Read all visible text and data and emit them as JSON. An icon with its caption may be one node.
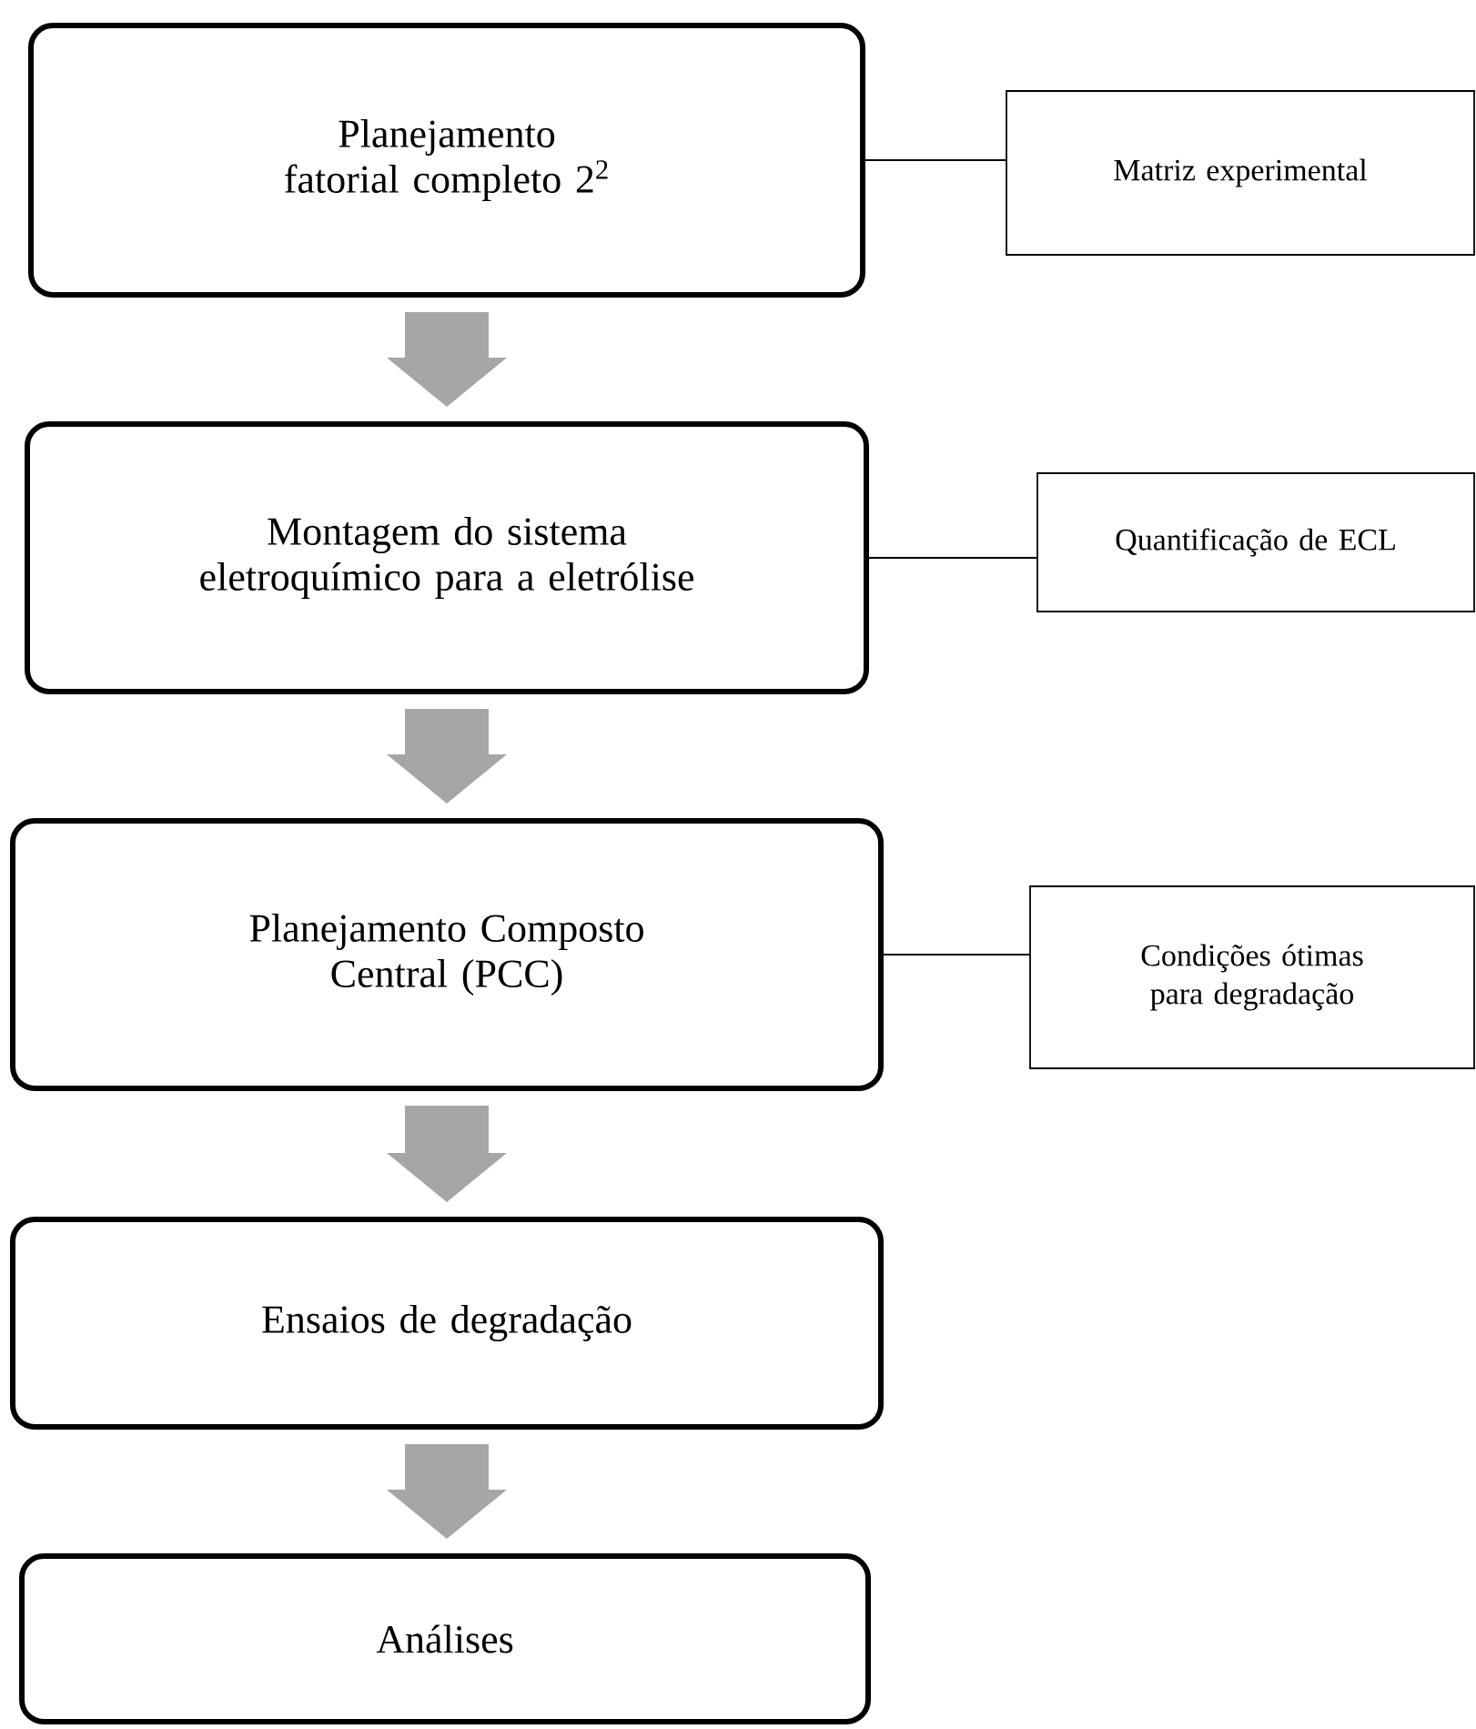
{
  "diagram": {
    "nodes": [
      {
        "text": [
          "Planejamento fatorial completo 2$^{2}$"
        ]
      },
      {
        "text": [
          "Matriz experimental"
        ]
      },
      {
        "text": [
          "Montagem do sistema eletroquímico para a eletrólise"
        ]
      },
      {
        "text": [
          "Quantificação de ECL"
        ]
      },
      {
        "text": [
          "Planejamento Composto Central (PCC)"
        ]
      },
      {
        "text": [
          "Condições ótimas para degradação"
        ]
      },
      {
        "text": [
          "Ensaios de degradação"
        ]
      },
      {
        "text": [
          "Análises"
        ]
      }
    ],
    "edges": [
      {
        "from": 0,
        "to": 2,
        "arrow": "to",
        "color": "#a6a6a6"
      },
      {
        "from": 2,
        "to": 4,
        "arrow": "to",
        "color": "#a6a6a6"
      },
      {
        "from": 4,
        "to": 6,
        "arrow": "to",
        "color": "#a6a6a6"
      },
      {
        "from": 6,
        "to": 7,
        "arrow": "to",
        "color": "#a6a6a6"
      },
      {
        "from": 0,
        "to": 1,
        "arrow": "none",
        "color": "#000000"
      },
      {
        "from": 2,
        "to": 3,
        "arrow": "none",
        "color": "#000000"
      },
      {
        "from": 4,
        "to": 5,
        "arrow": "none",
        "color": "#000000"
      }
    ]
  }
}
